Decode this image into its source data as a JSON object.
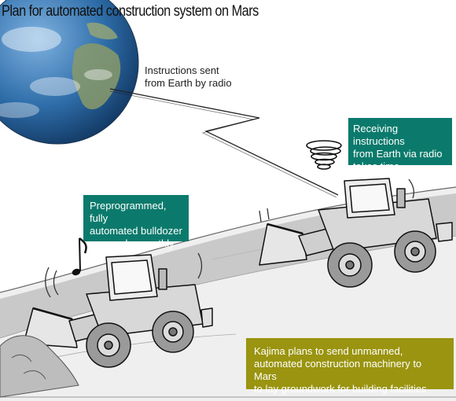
{
  "title": "Plan for automated construction system on Mars",
  "radio_label": {
    "line1": "Instructions sent",
    "line2": "from Earth by radio"
  },
  "callouts": {
    "receiving": {
      "line1": "Receiving instructions",
      "line2": "from Earth via radio",
      "line3": "takes time"
    },
    "preprogrammed": {
      "line1": "Preprogrammed, fully",
      "line2": "automated bulldozer",
      "line3": "can work smoothly"
    },
    "kajima": {
      "line1": "Kajima plans to send unmanned,",
      "line2": "automated construction machinery to Mars",
      "line3": "to lay groundwork for building facilities"
    }
  },
  "colors": {
    "teal_callout": "#0b7a6c",
    "olive_callout": "#9a9410",
    "ocean": "#2e6fae",
    "land": "#8a9a6a"
  },
  "icons": [
    "earth-globe",
    "radio-signal-zigzag",
    "confusion-scribble-icon",
    "music-note-icon",
    "bulldozer"
  ]
}
